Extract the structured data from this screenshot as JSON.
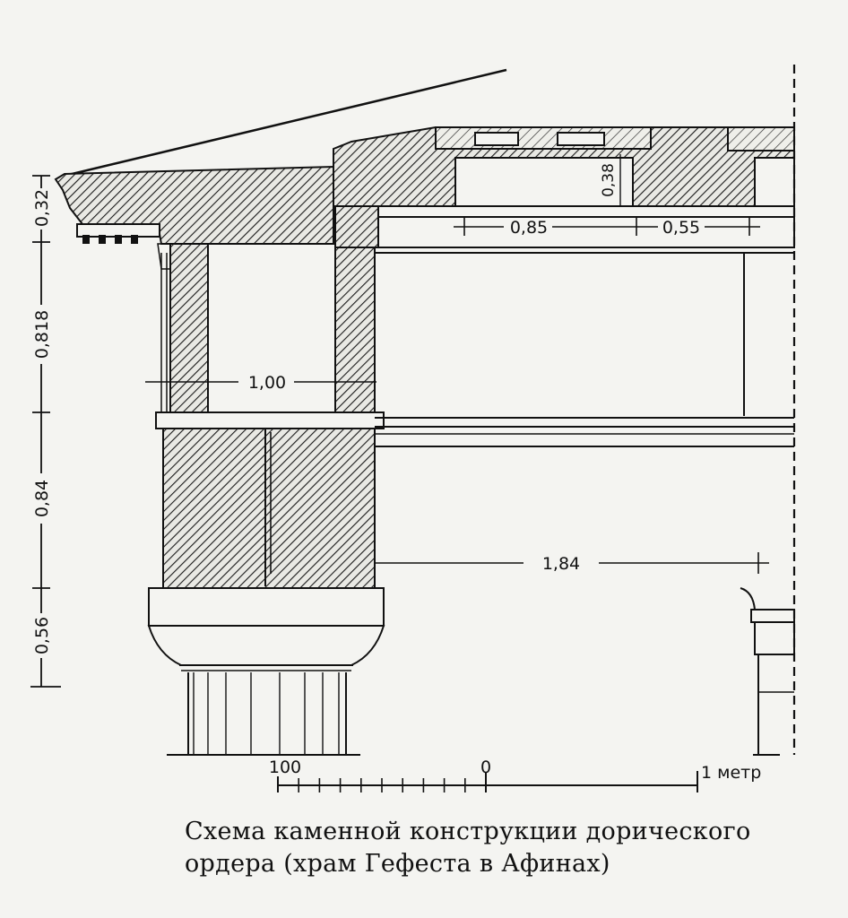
{
  "dimensions": {
    "d032": "0,32",
    "d0818": "0,818",
    "d084": "0,84",
    "d056": "0,56",
    "d038": "0,38",
    "d085": "0,85",
    "d055": "0,55",
    "d100": "1,00",
    "d184": "1,84"
  },
  "scale": {
    "left": "100",
    "zero": "0",
    "right": "1 метр"
  },
  "caption": {
    "line1": "Схема каменной конструкции дорического",
    "line2": "ордера (храм Гефеста в Афинах)"
  }
}
